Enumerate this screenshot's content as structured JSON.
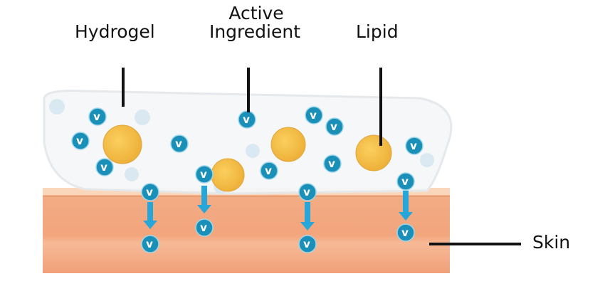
{
  "labels": {
    "hydrogel": "Hydrogel",
    "active_line1": "Active",
    "active_line2": "Ingredient",
    "lipid": "Lipid",
    "skin": "Skin"
  },
  "molecule_glyph": "v",
  "colors": {
    "molecule": "#1a8fb8",
    "arrow": "#27a6d9",
    "lipid": "#f4bb45",
    "skin_top": "#f7c39e",
    "skin_mid": "#f0a47a",
    "gel": "#f6f8fa"
  }
}
